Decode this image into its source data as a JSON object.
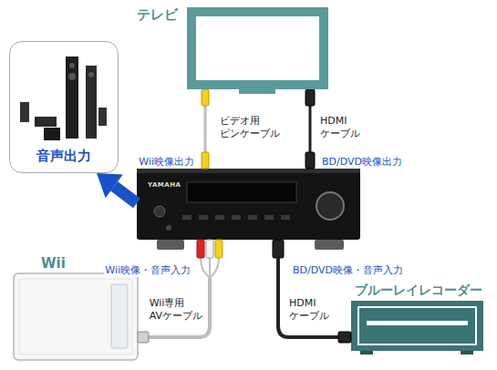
{
  "diagram": {
    "nodes": [
      {
        "text": [
          "テレビ"
        ]
      },
      {
        "text": [
          "音声出力"
        ]
      },
      {
        "text": [
          "YAMAHA"
        ]
      },
      {
        "text": [
          "Wii"
        ]
      },
      {
        "text": [
          "ブルーレイレコーダー"
        ]
      }
    ],
    "edges": [
      {
        "from": 2,
        "to": 0,
        "label": "ビデオ用 ピンケーブル",
        "arrow": "none"
      },
      {
        "from": 2,
        "to": 0,
        "label": "HDMI ケーブル",
        "arrow": "none"
      },
      {
        "from": 2,
        "to": 1,
        "arrow": "to"
      },
      {
        "from": 3,
        "to": 2,
        "label": "Wii専用 AVケーブル",
        "arrow": "none"
      },
      {
        "from": 4,
        "to": 2,
        "label": "HDMI ケーブル",
        "arrow": "none"
      }
    ],
    "labels": [
      "Wii映像出力",
      "BD/DVD映像出力",
      "Wii映像・音声入力",
      "BD/DVD映像・音声入力"
    ]
  }
}
